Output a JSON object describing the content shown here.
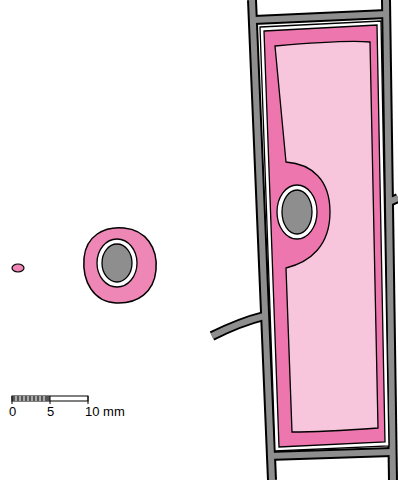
{
  "diagram": {
    "labels": [
      "0",
      "5",
      "10 mm"
    ]
  }
}
